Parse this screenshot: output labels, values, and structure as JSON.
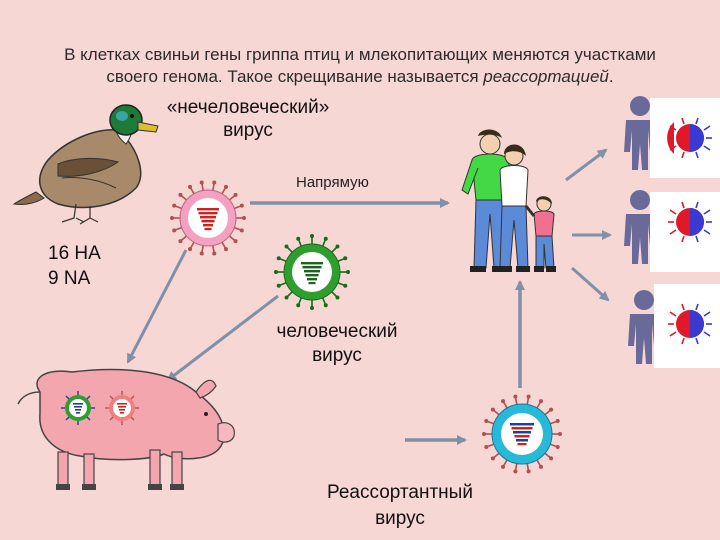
{
  "title": {
    "line1": "В клетках свиньи гены гриппа птиц и млекопитающих меняются участками",
    "line2_prefix": "своего генома. Такое скрещивание называется ",
    "line2_em": "реассортацией",
    "line2_suffix": "."
  },
  "labels": {
    "nonhuman_line1": "«нечеловеческий»",
    "nonhuman_line2": "вирус",
    "direct": "Напрямую",
    "ha": "16 HA",
    "na": "9 NA",
    "human_line1": "человеческий",
    "human_line2": "вирус",
    "reass_line1": "Реассортантный",
    "reass_line2": "вирус"
  },
  "colors": {
    "background": "#f6d7d4",
    "avian_virus_ring": "#f4a0c0",
    "human_virus_ring": "#2e9e2e",
    "reassortant_ring": "#28b8d8",
    "spike": "#b05050",
    "arrow": "#8090a8",
    "person_silhouette": "#6a6a9a",
    "infected_cell_red": "#e0182a",
    "infected_cell_blue": "#3a3ad0"
  },
  "icons": [
    "duck-icon",
    "pig-icon",
    "family-icon",
    "person-icon",
    "virus-icon",
    "infected-cell-icon"
  ]
}
